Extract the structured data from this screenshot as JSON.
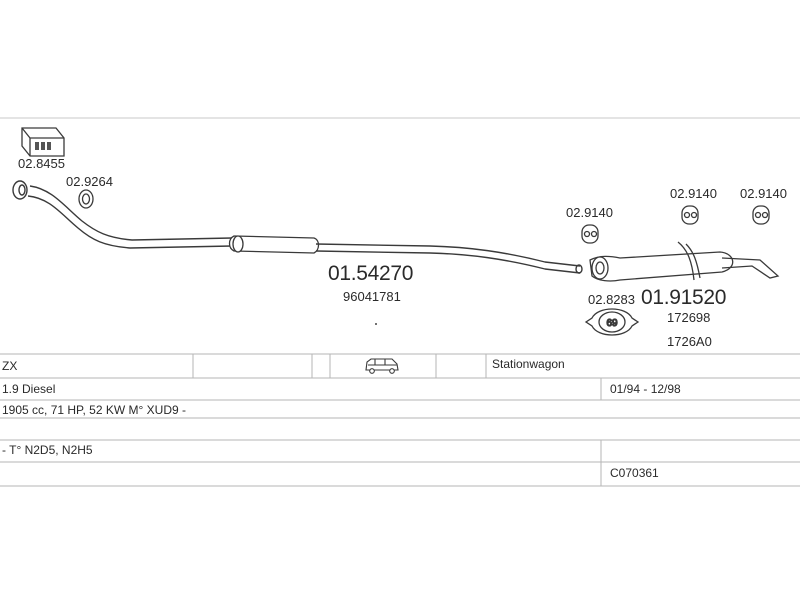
{
  "parts": {
    "clamp_box": "02.8455",
    "gasket_front": "02.9264",
    "middle_pipe": "01.54270",
    "middle_pipe_oem": "96041781",
    "hanger_a": "02.9140",
    "hanger_b": "02.9140",
    "hanger_c": "02.9140",
    "clamp_ring": "02.8283",
    "clamp_ring_size": "69",
    "rear_silencer": "01.91520",
    "rear_oem_1": "172698",
    "rear_oem_2": "1726A0"
  },
  "table": {
    "model": "ZX",
    "body_type": "Stationwagon",
    "engine": "1.9 Diesel",
    "years": "01/94 - 12/98",
    "specs": "1905 cc, 71 HP, 52 KW M° XUD9 -",
    "types": "- T° N2D5, N2H5",
    "code": "C070361"
  },
  "icons": {
    "vehicle": "station-wagon-icon"
  },
  "colors": {
    "line": "#666666",
    "grid": "#b5b5b5",
    "stroke": "#3a3a3a"
  }
}
